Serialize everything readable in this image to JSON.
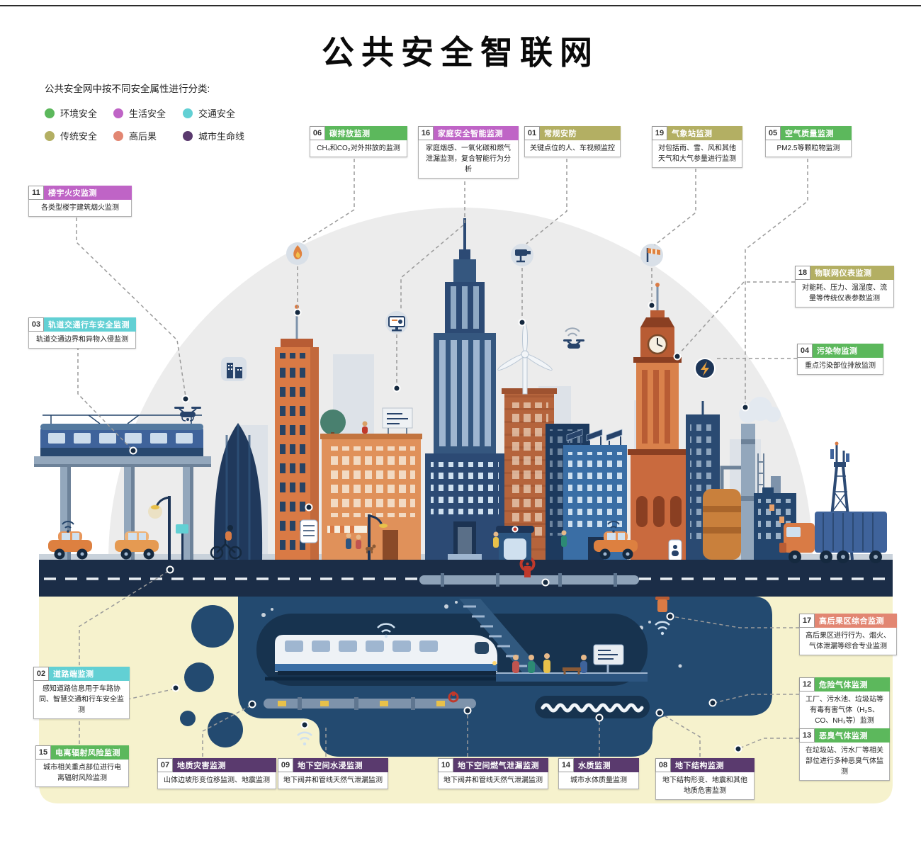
{
  "title": "公共安全智联网",
  "legend": {
    "heading": "公共安全网中按不同安全属性进行分类:",
    "items": [
      {
        "label": "环境安全",
        "color": "#5cb85c"
      },
      {
        "label": "生活安全",
        "color": "#bf64c6"
      },
      {
        "label": "交通安全",
        "color": "#62d0d4"
      },
      {
        "label": "传统安全",
        "color": "#b3af63"
      },
      {
        "label": "高后果",
        "color": "#e28672"
      },
      {
        "label": "城市生命线",
        "color": "#5a3a6e"
      }
    ]
  },
  "callouts": [
    {
      "num": "01",
      "title": "常规安防",
      "category": "传统安全",
      "color": "#b3af63",
      "desc": "关键点位的人、车视频监控"
    },
    {
      "num": "02",
      "title": "道路端监测",
      "category": "交通安全",
      "color": "#62d0d4",
      "desc": "感知道路信息用于车路协同、智慧交通和行车安全监测"
    },
    {
      "num": "03",
      "title": "轨道交通行车安全监测",
      "category": "交通安全",
      "color": "#62d0d4",
      "desc": "轨道交通边界和异物入侵监测"
    },
    {
      "num": "04",
      "title": "污染物监测",
      "category": "环境安全",
      "color": "#5cb85c",
      "desc": "重点污染部位排放监测"
    },
    {
      "num": "05",
      "title": "空气质量监测",
      "category": "环境安全",
      "color": "#5cb85c",
      "desc": "PM2.5等颗粒物监测"
    },
    {
      "num": "06",
      "title": "碳排放监测",
      "category": "环境安全",
      "color": "#5cb85c",
      "desc": "CH₄和CO₂对外排放的监测"
    },
    {
      "num": "07",
      "title": "地质灾害监测",
      "category": "城市生命线",
      "color": "#5a3a6e",
      "desc": "山体边坡形变位移监测、地震监测"
    },
    {
      "num": "08",
      "title": "地下结构监测",
      "category": "城市生命线",
      "color": "#5a3a6e",
      "desc": "地下结构形变、地震和其他地质危害监测"
    },
    {
      "num": "09",
      "title": "地下空间水浸监测",
      "category": "城市生命线",
      "color": "#5a3a6e",
      "desc": "地下阀井和管线天然气泄漏监测"
    },
    {
      "num": "10",
      "title": "地下空间燃气泄漏监测",
      "category": "城市生命线",
      "color": "#5a3a6e",
      "desc": "地下阀井和管线天然气泄漏监测"
    },
    {
      "num": "11",
      "title": "楼宇火灾监测",
      "category": "生活安全",
      "color": "#bf64c6",
      "desc": "各类型楼宇建筑烟火监测"
    },
    {
      "num": "12",
      "title": "危险气体监测",
      "category": "环境安全",
      "color": "#5cb85c",
      "desc": "工厂、污水池、垃圾站等有毒有害气体（H₂S、CO、NH₃等）监测"
    },
    {
      "num": "13",
      "title": "恶臭气体监测",
      "category": "环境安全",
      "color": "#5cb85c",
      "desc": "在垃圾站、污水厂等相关部位进行多种恶臭气体监测"
    },
    {
      "num": "14",
      "title": "水质监测",
      "category": "城市生命线",
      "color": "#5a3a6e",
      "desc": "城市水体质量监测"
    },
    {
      "num": "15",
      "title": "电离辐射风险监测",
      "category": "环境安全",
      "color": "#5cb85c",
      "desc": "城市相关重点部位进行电离辐射风险监测"
    },
    {
      "num": "16",
      "title": "家庭安全智能监测",
      "category": "生活安全",
      "color": "#bf64c6",
      "desc": "家庭烟感、一氧化碳和燃气泄漏监测，复合智能行为分析"
    },
    {
      "num": "17",
      "title": "高后果区综合监测",
      "category": "高后果",
      "color": "#e28672",
      "desc": "高后果区进行行为、烟火、气体泄漏等综合专业监测"
    },
    {
      "num": "18",
      "title": "物联网仪表监测",
      "category": "传统安全",
      "color": "#b3af63",
      "desc": "对能耗、压力、温湿度、流量等传统仪表参数监测"
    },
    {
      "num": "19",
      "title": "气象站监测",
      "category": "传统安全",
      "color": "#b3af63",
      "desc": "对包括雨、雪、风和其他天气和大气参量进行监测"
    }
  ]
}
